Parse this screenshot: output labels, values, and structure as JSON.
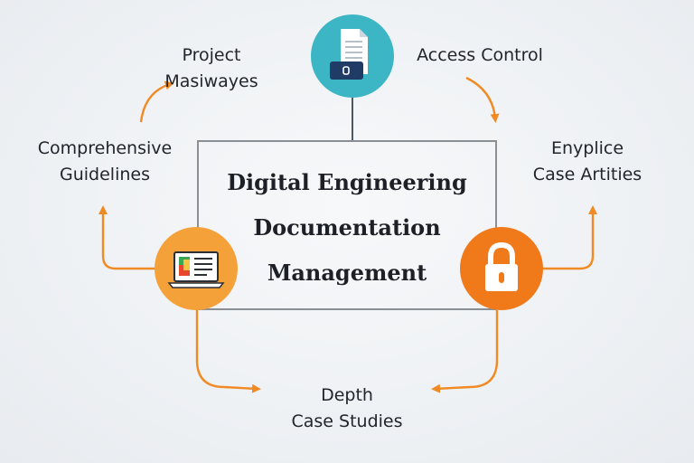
{
  "title": {
    "line1": "Digital Engineering",
    "line2": "Documentation",
    "line3": "Management"
  },
  "labels": {
    "project": {
      "line1": "Project",
      "line2": "Masiwayes"
    },
    "access": {
      "line1": "Access Control"
    },
    "guidelines": {
      "line1": "Comprehensive",
      "line2": "Guidelines"
    },
    "enyplice": {
      "line1": "Enyplice",
      "line2": "Case Artities"
    },
    "depth": {
      "line1": "Depth",
      "line2": "Case Studies"
    }
  },
  "icons": {
    "top": "document-icon",
    "left": "laptop-icon",
    "right": "padlock-icon"
  },
  "colors": {
    "teal": "#3cb6c4",
    "light_orange": "#f5a13a",
    "orange": "#f07a1a",
    "arrow": "#f08a24",
    "navy": "#1f3b66"
  }
}
